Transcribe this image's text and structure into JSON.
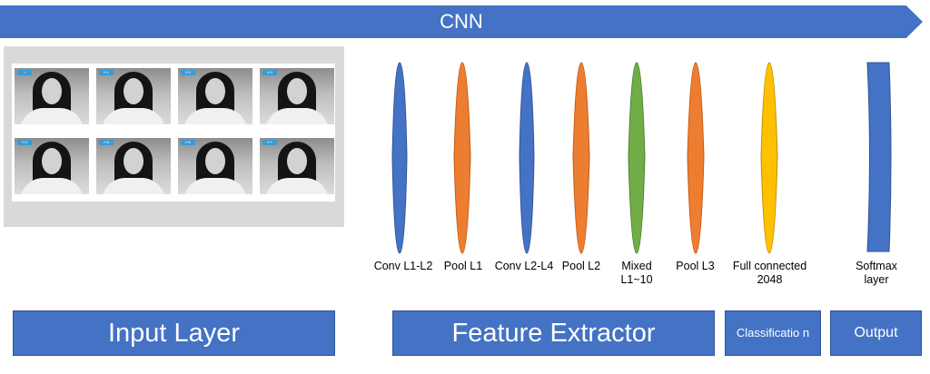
{
  "header": {
    "title": "CNN"
  },
  "input_frames": [
    {
      "tag": "t"
    },
    {
      "tag": "t+1"
    },
    {
      "tag": "t+2"
    },
    {
      "tag": "t+3"
    },
    {
      "tag": "t+4"
    },
    {
      "tag": "t+5"
    },
    {
      "tag": "t+6"
    },
    {
      "tag": "t+7"
    }
  ],
  "layers": [
    {
      "label": "Conv L1-L2",
      "color": "#4472C4"
    },
    {
      "label": "Pool L1",
      "color": "#ED7D31"
    },
    {
      "label": "Conv L2-L4",
      "color": "#4472C4"
    },
    {
      "label": "Pool L2",
      "color": "#ED7D31"
    },
    {
      "label": "Mixed L1~10",
      "color": "#70AD47"
    },
    {
      "label": "Pool L3",
      "color": "#ED7D31"
    },
    {
      "label": "Full connected 2048",
      "color": "#FFC000"
    },
    {
      "label": "Softmax layer",
      "color": "#4472C4"
    }
  ],
  "sections": {
    "input": "Input Layer",
    "feature": "Feature Extractor",
    "classification": "Classificatio n",
    "output": "Output"
  },
  "colors": {
    "accent": "#4472C4",
    "pool": "#ED7D31",
    "mixed": "#70AD47",
    "fc": "#FFC000"
  }
}
